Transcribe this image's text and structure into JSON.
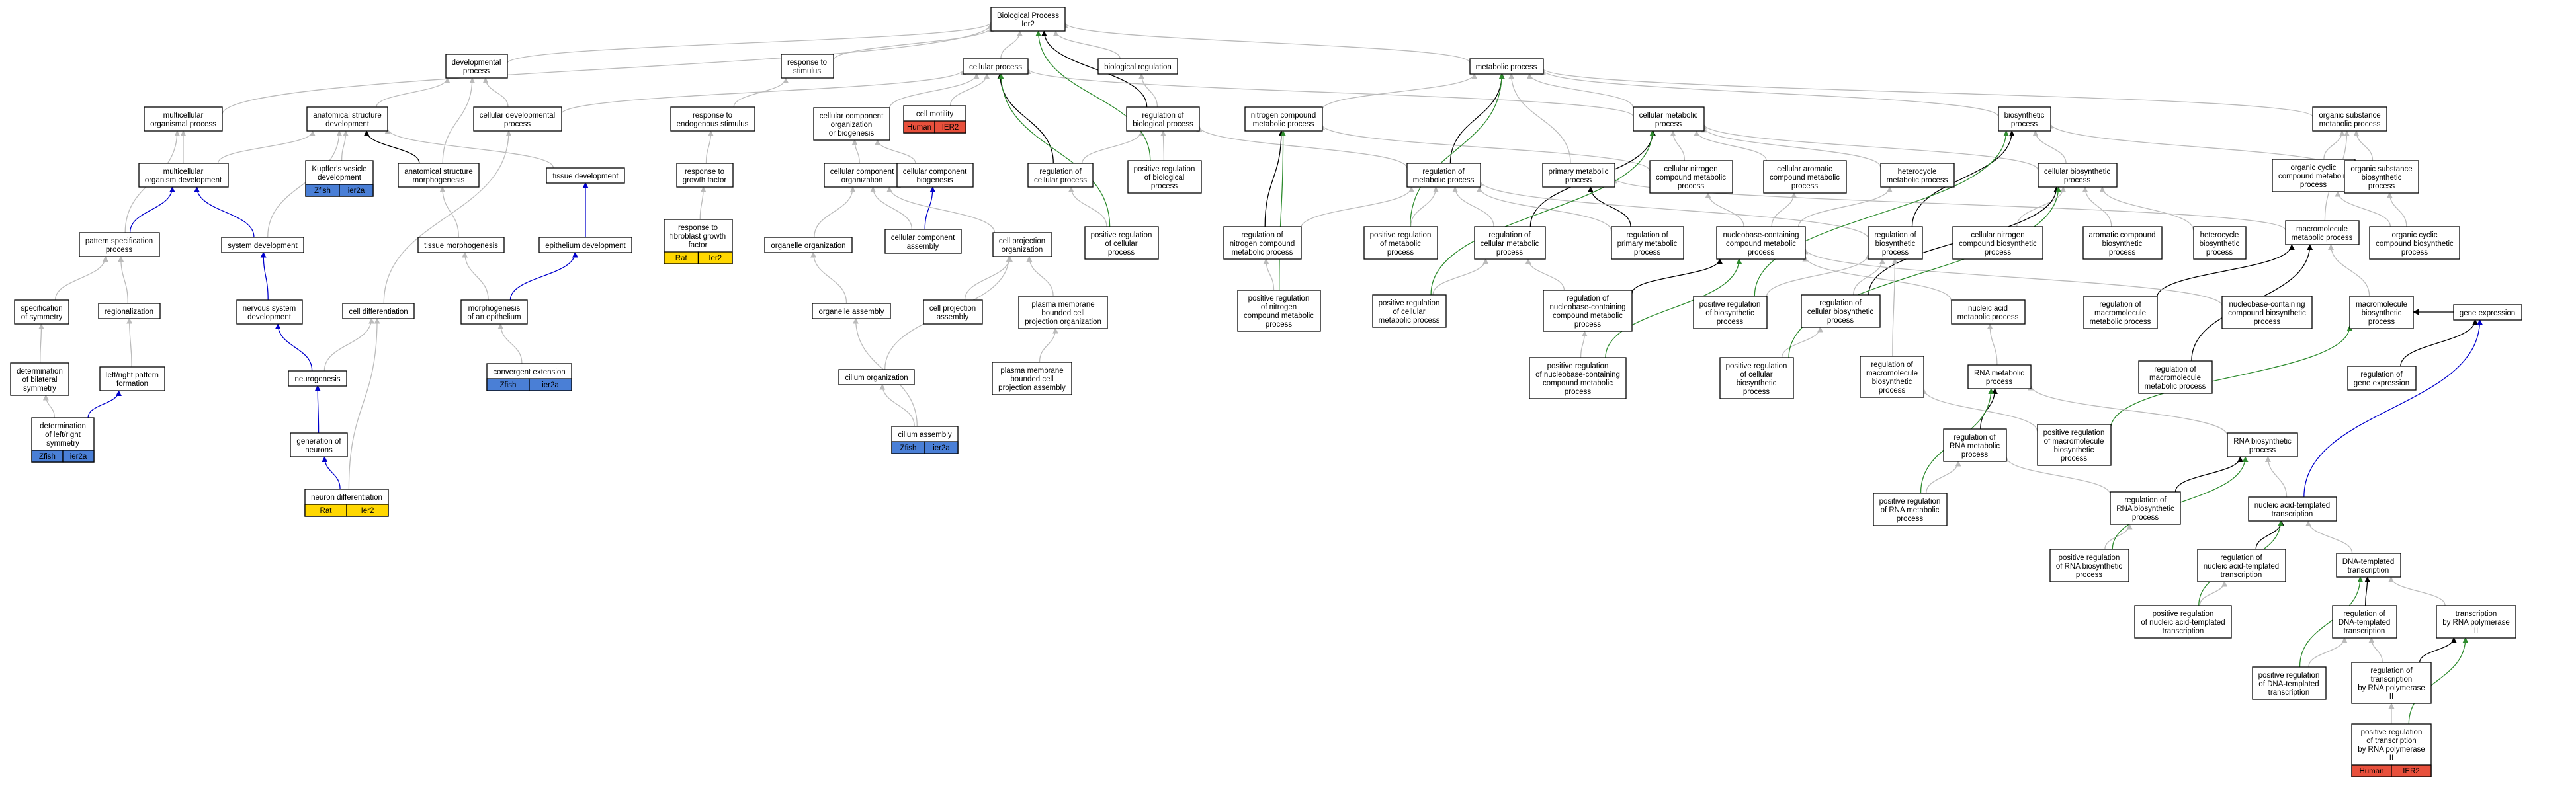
{
  "colors": {
    "is_a": "#bbbbbb",
    "part_of": "#000000",
    "regulates": "#0000cc",
    "positively_regulates": "#2e8b2e",
    "Human": "#e8503c",
    "Rat": "#ffd700",
    "Zfish": "#4a7fd6",
    "Mouse": "#aaaaaa"
  },
  "nodes": [
    {
      "id": "bp",
      "lines": [
        "Biological Process",
        "Ier2"
      ]
    },
    {
      "id": "dev",
      "lines": [
        "developmental",
        "process"
      ]
    },
    {
      "id": "resp_stim",
      "lines": [
        "response to",
        "stimulus"
      ]
    },
    {
      "id": "cellproc",
      "lines": [
        "cellular process"
      ]
    },
    {
      "id": "bioreg",
      "lines": [
        "biological regulation"
      ]
    },
    {
      "id": "metab",
      "lines": [
        "metabolic process"
      ]
    },
    {
      "id": "mcop",
      "lines": [
        "multicellular",
        "organismal process"
      ]
    },
    {
      "id": "asd",
      "lines": [
        "anatomical structure",
        "development"
      ]
    },
    {
      "id": "cdp",
      "lines": [
        "cellular developmental",
        "process"
      ]
    },
    {
      "id": "resp_endo",
      "lines": [
        "response to",
        "endogenous stimulus"
      ]
    },
    {
      "id": "ccob",
      "lines": [
        "cellular component",
        "organization",
        "or biogenesis"
      ]
    },
    {
      "id": "cellmot",
      "lines": [
        "cell motility"
      ],
      "badges": [
        {
          "sp": "Human",
          "gene": "IER2"
        }
      ]
    },
    {
      "id": "regbp",
      "lines": [
        "regulation of",
        "biological process"
      ]
    },
    {
      "id": "ncmp",
      "lines": [
        "nitrogen compound",
        "metabolic process"
      ]
    },
    {
      "id": "cmp",
      "lines": [
        "cellular metabolic",
        "process"
      ]
    },
    {
      "id": "biosyn",
      "lines": [
        "biosynthetic",
        "process"
      ]
    },
    {
      "id": "osmp",
      "lines": [
        "organic substance",
        "metabolic process"
      ]
    },
    {
      "id": "mcod",
      "lines": [
        "multicellular",
        "organism development"
      ]
    },
    {
      "id": "kvd",
      "lines": [
        "Kupffer's vesicle",
        "development"
      ],
      "badges": [
        {
          "sp": "Zfish",
          "gene": "ier2a"
        }
      ]
    },
    {
      "id": "asm",
      "lines": [
        "anatomical structure",
        "morphogenesis"
      ]
    },
    {
      "id": "tisdev",
      "lines": [
        "tissue development"
      ]
    },
    {
      "id": "resp_gf",
      "lines": [
        "response to",
        "growth factor"
      ]
    },
    {
      "id": "cco",
      "lines": [
        "cellular component",
        "organization"
      ]
    },
    {
      "id": "ccb",
      "lines": [
        "cellular component",
        "biogenesis"
      ]
    },
    {
      "id": "regcp",
      "lines": [
        "regulation of",
        "cellular process"
      ]
    },
    {
      "id": "pregbp",
      "lines": [
        "positive regulation",
        "of biological",
        "process"
      ]
    },
    {
      "id": "regmp",
      "lines": [
        "regulation of",
        "metabolic process"
      ]
    },
    {
      "id": "primp",
      "lines": [
        "primary metabolic",
        "process"
      ]
    },
    {
      "id": "cncmp",
      "lines": [
        "cellular nitrogen",
        "compound metabolic",
        "process"
      ]
    },
    {
      "id": "camp",
      "lines": [
        "cellular aromatic",
        "compound metabolic",
        "process"
      ]
    },
    {
      "id": "hmp",
      "lines": [
        "heterocycle",
        "metabolic process"
      ]
    },
    {
      "id": "cbp",
      "lines": [
        "cellular biosynthetic",
        "process"
      ]
    },
    {
      "id": "occmp",
      "lines": [
        "organic cyclic",
        "compound metabolic",
        "process"
      ]
    },
    {
      "id": "osbp",
      "lines": [
        "organic substance",
        "biosynthetic",
        "process"
      ]
    },
    {
      "id": "psp",
      "lines": [
        "pattern specification",
        "process"
      ]
    },
    {
      "id": "sysdev",
      "lines": [
        "system development"
      ]
    },
    {
      "id": "tismorph",
      "lines": [
        "tissue morphogenesis"
      ]
    },
    {
      "id": "epidev",
      "lines": [
        "epithelium development"
      ]
    },
    {
      "id": "resp_fgf",
      "lines": [
        "response to",
        "fibroblast growth",
        "factor"
      ],
      "badges": [
        {
          "sp": "Rat",
          "gene": "Ier2"
        }
      ]
    },
    {
      "id": "orgorg",
      "lines": [
        "organelle organization"
      ]
    },
    {
      "id": "cca",
      "lines": [
        "cellular component",
        "assembly"
      ]
    },
    {
      "id": "cpo",
      "lines": [
        "cell projection",
        "organization"
      ]
    },
    {
      "id": "pregcp",
      "lines": [
        "positive regulation",
        "of cellular",
        "process"
      ]
    },
    {
      "id": "regncmp",
      "lines": [
        "regulation of",
        "nitrogen compound",
        "metabolic process"
      ]
    },
    {
      "id": "pregmp",
      "lines": [
        "positive regulation",
        "of metabolic",
        "process"
      ]
    },
    {
      "id": "regcmp",
      "lines": [
        "regulation of",
        "cellular metabolic",
        "process"
      ]
    },
    {
      "id": "regpmp",
      "lines": [
        "regulation of",
        "primary metabolic",
        "process"
      ]
    },
    {
      "id": "nbcmp",
      "lines": [
        "nucleobase-containing",
        "compound metabolic",
        "process"
      ]
    },
    {
      "id": "regbsp",
      "lines": [
        "regulation of",
        "biosynthetic",
        "process"
      ]
    },
    {
      "id": "cncbp",
      "lines": [
        "cellular nitrogen",
        "compound biosynthetic",
        "process"
      ]
    },
    {
      "id": "acbp",
      "lines": [
        "aromatic compound",
        "biosynthetic",
        "process"
      ]
    },
    {
      "id": "hbp",
      "lines": [
        "heterocycle",
        "biosynthetic",
        "process"
      ]
    },
    {
      "id": "mmp",
      "lines": [
        "macromolecule",
        "metabolic process"
      ]
    },
    {
      "id": "occbp",
      "lines": [
        "organic cyclic",
        "compound biosynthetic",
        "process"
      ]
    },
    {
      "id": "specsym",
      "lines": [
        "specification",
        "of symmetry"
      ]
    },
    {
      "id": "regionalization",
      "lines": [
        "regionalization"
      ]
    },
    {
      "id": "nsdev",
      "lines": [
        "nervous system",
        "development"
      ]
    },
    {
      "id": "celldiff",
      "lines": [
        "cell differentiation"
      ]
    },
    {
      "id": "morphepi",
      "lines": [
        "morphogenesis",
        "of an epithelium"
      ]
    },
    {
      "id": "orgasm",
      "lines": [
        "organelle assembly"
      ]
    },
    {
      "id": "cpa",
      "lines": [
        "cell projection",
        "assembly"
      ]
    },
    {
      "id": "pmbcpo",
      "lines": [
        "plasma membrane",
        "bounded cell",
        "projection organization"
      ]
    },
    {
      "id": "pregncmp",
      "lines": [
        "positive regulation",
        "of nitrogen",
        "compound metabolic",
        "process"
      ]
    },
    {
      "id": "pregcmp",
      "lines": [
        "positive regulation",
        "of cellular",
        "metabolic process"
      ]
    },
    {
      "id": "regnbcmp",
      "lines": [
        "regulation of",
        "nucleobase-containing",
        "compound metabolic",
        "process"
      ]
    },
    {
      "id": "pregbsp",
      "lines": [
        "positive regulation",
        "of biosynthetic",
        "process"
      ]
    },
    {
      "id": "regcbp",
      "lines": [
        "regulation of",
        "cellular biosynthetic",
        "process"
      ]
    },
    {
      "id": "namp",
      "lines": [
        "nucleic acid",
        "metabolic process"
      ]
    },
    {
      "id": "regmmp",
      "lines": [
        "regulation of",
        "macromolecule",
        "metabolic process"
      ]
    },
    {
      "id": "nbcbp",
      "lines": [
        "nucleobase-containing",
        "compound biosynthetic",
        "process"
      ]
    },
    {
      "id": "mbp",
      "lines": [
        "macromolecule",
        "biosynthetic",
        "process"
      ]
    },
    {
      "id": "genexp",
      "lines": [
        "gene expression"
      ]
    },
    {
      "id": "detbil",
      "lines": [
        "determination",
        "of bilateral",
        "symmetry"
      ]
    },
    {
      "id": "lrpf",
      "lines": [
        "left/right pattern",
        "formation"
      ]
    },
    {
      "id": "convext",
      "lines": [
        "convergent extension"
      ],
      "badges": [
        {
          "sp": "Zfish",
          "gene": "ier2a"
        }
      ]
    },
    {
      "id": "neurogenesis",
      "lines": [
        "neurogenesis"
      ]
    },
    {
      "id": "cilorg",
      "lines": [
        "cilium organization"
      ]
    },
    {
      "id": "pmbcpa",
      "lines": [
        "plasma membrane",
        "bounded cell",
        "projection assembly"
      ]
    },
    {
      "id": "pregnbcmp",
      "lines": [
        "positive regulation",
        "of nucleobase-containing",
        "compound metabolic",
        "process"
      ]
    },
    {
      "id": "pregcbp",
      "lines": [
        "positive regulation",
        "of cellular",
        "biosynthetic",
        "process"
      ]
    },
    {
      "id": "regmmbp",
      "lines": [
        "regulation of",
        "macromolecule",
        "biosynthetic",
        "process"
      ]
    },
    {
      "id": "rnamp",
      "lines": [
        "RNA metabolic",
        "process"
      ]
    },
    {
      "id": "regmacmp",
      "lines": [
        "regulation of",
        "macromolecule",
        "metabolic process"
      ]
    },
    {
      "id": "reggenexp",
      "lines": [
        "regulation of",
        "gene expression"
      ]
    },
    {
      "id": "detlr",
      "lines": [
        "determination",
        "of left/right",
        "symmetry"
      ],
      "badges": [
        {
          "sp": "Zfish",
          "gene": "ier2a"
        }
      ]
    },
    {
      "id": "cilasm",
      "lines": [
        "cilium assembly"
      ],
      "badges": [
        {
          "sp": "Zfish",
          "gene": "ier2a"
        }
      ]
    },
    {
      "id": "genneur",
      "lines": [
        "generation of",
        "neurons"
      ]
    },
    {
      "id": "regrnamp",
      "lines": [
        "regulation of",
        "RNA metabolic",
        "process"
      ]
    },
    {
      "id": "pregmmbp",
      "lines": [
        "positive regulation",
        "of macromolecule",
        "biosynthetic",
        "process"
      ]
    },
    {
      "id": "rnabp",
      "lines": [
        "RNA biosynthetic",
        "process"
      ]
    },
    {
      "id": "neurdiff",
      "lines": [
        "neuron differentiation"
      ],
      "badges": [
        {
          "sp": "Rat",
          "gene": "Ier2"
        }
      ]
    },
    {
      "id": "pregrnamp",
      "lines": [
        "positive regulation",
        "of RNA metabolic",
        "process"
      ]
    },
    {
      "id": "regrnabp",
      "lines": [
        "regulation of",
        "RNA biosynthetic",
        "process"
      ]
    },
    {
      "id": "natrans",
      "lines": [
        "nucleic acid-templated",
        "transcription"
      ]
    },
    {
      "id": "pregrnabp",
      "lines": [
        "positive regulation",
        "of RNA biosynthetic",
        "process"
      ]
    },
    {
      "id": "regnatrans",
      "lines": [
        "regulation of",
        "nucleic acid-templated",
        "transcription"
      ]
    },
    {
      "id": "dnatrans",
      "lines": [
        "DNA-templated",
        "transcription"
      ]
    },
    {
      "id": "pregnatrans",
      "lines": [
        "positive regulation",
        "of nucleic acid-templated",
        "transcription"
      ]
    },
    {
      "id": "regdnatrans",
      "lines": [
        "regulation of",
        "DNA-templated",
        "transcription"
      ]
    },
    {
      "id": "transpol2",
      "lines": [
        "transcription",
        "by RNA polymerase",
        "II"
      ]
    },
    {
      "id": "pregdnatrans",
      "lines": [
        "positive regulation",
        "of DNA-templated",
        "transcription"
      ]
    },
    {
      "id": "regtranspol2",
      "lines": [
        "regulation of",
        "transcription",
        "by RNA polymerase",
        "II"
      ]
    },
    {
      "id": "pregtranspol2",
      "lines": [
        "positive regulation",
        "of transcription",
        "by RNA polymerase",
        "II"
      ],
      "badges": [
        {
          "sp": "Human",
          "gene": "IER2"
        }
      ]
    }
  ]
}
